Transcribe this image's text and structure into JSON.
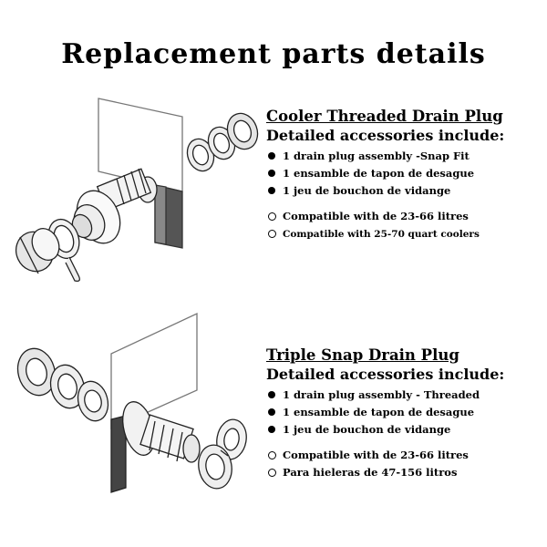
{
  "title": "Replacement parts details",
  "sections": [
    {
      "title": "Cooler Threaded Drain Plug",
      "subtitle": "Detailed accessories include:",
      "items": [
        "1 drain plug assembly -Snap Fit",
        "1 ensamble de tapon de desague",
        "1 jeu de bouchon de vidange"
      ],
      "compat": [
        "Compatible with de 23-66 litres",
        "Compatible with 25-70 quart coolers"
      ]
    },
    {
      "title": "Triple Snap Drain Plug",
      "subtitle": "Detailed accessories include:",
      "items": [
        "1 drain plug assembly - Threaded",
        "1 ensamble de tapon de desague",
        "1 jeu de bouchon de vidange"
      ],
      "compat": [
        "Compatible with de 23-66 litres",
        "Para hieleras de 47-156 litros"
      ]
    }
  ]
}
